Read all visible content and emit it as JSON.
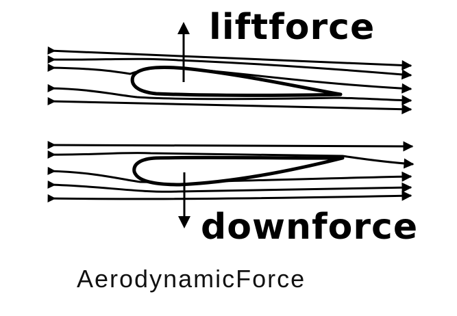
{
  "labels": {
    "lift": "liftforce",
    "down": "downforce",
    "caption": "AerodynamicForce"
  }
}
